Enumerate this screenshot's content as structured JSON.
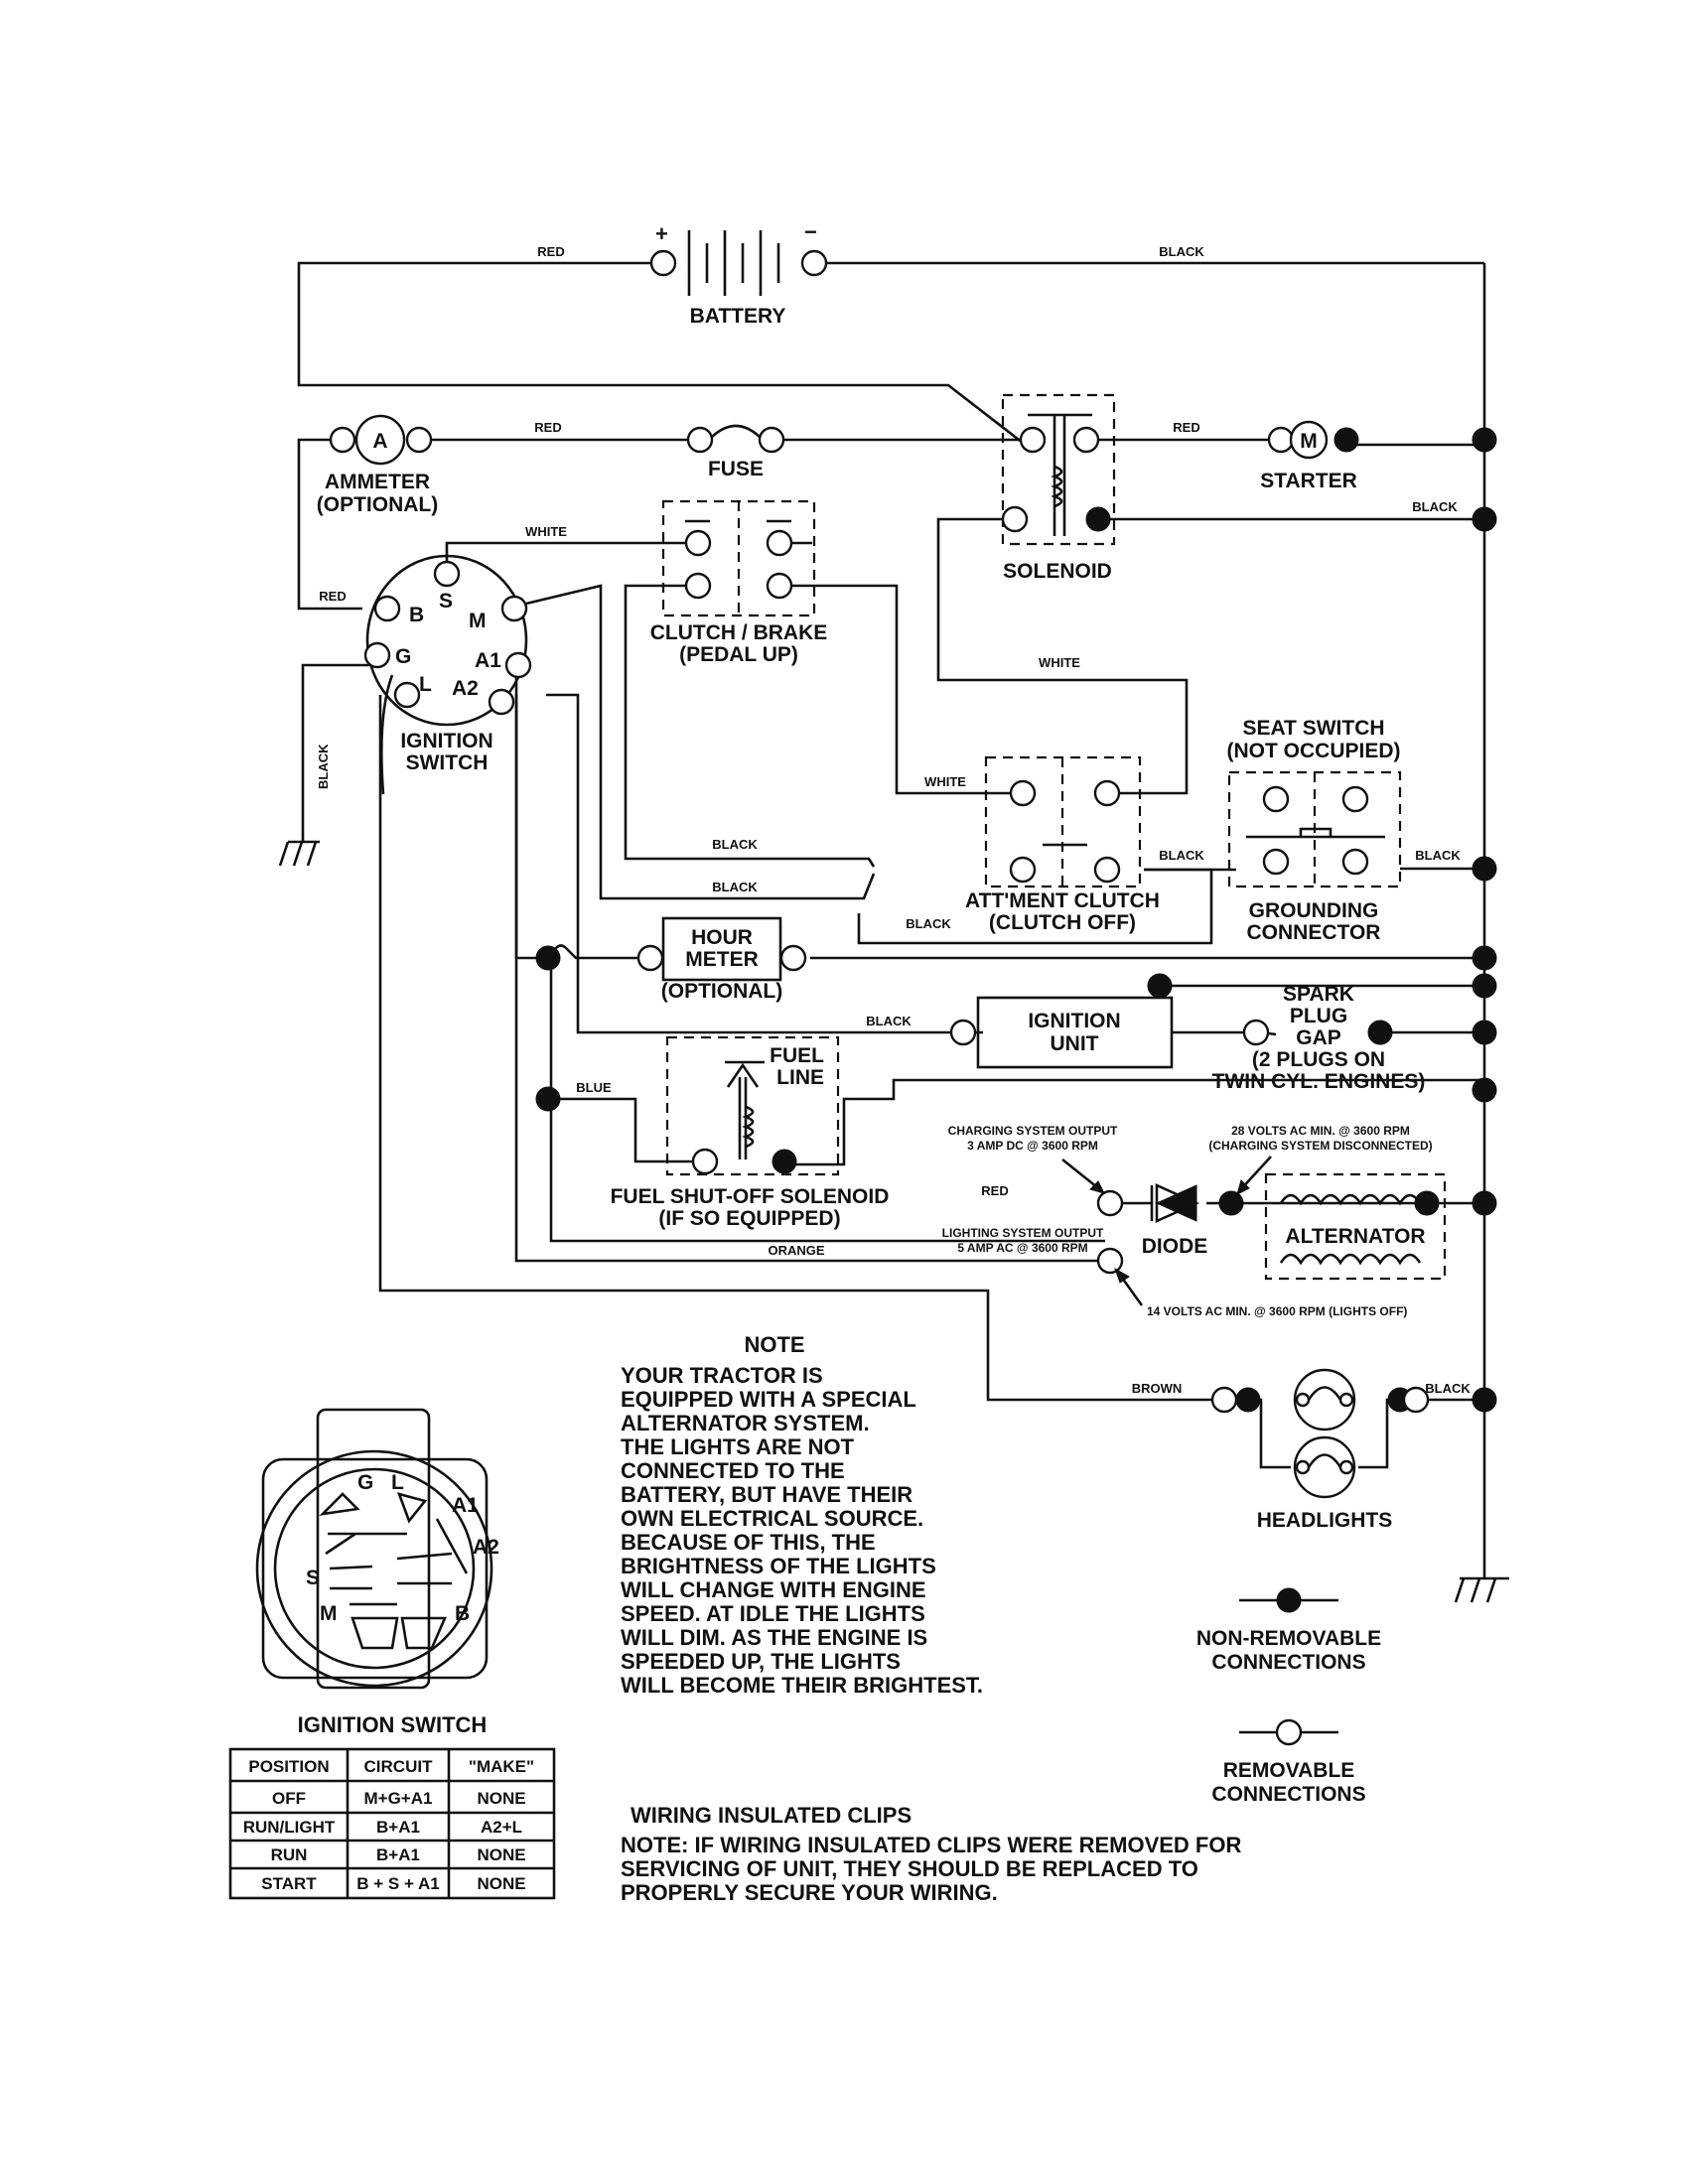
{
  "components": {
    "battery": "BATTERY",
    "battery_plus": "+",
    "battery_minus": "−",
    "ammeter_symbol": "A",
    "ammeter": [
      "AMMETER",
      "(OPTIONAL)"
    ],
    "fuse": "FUSE",
    "solenoid": "SOLENOID",
    "starter_symbol": "M",
    "starter": "STARTER",
    "clutch_brake": [
      "CLUTCH / BRAKE",
      "(PEDAL UP)"
    ],
    "ignition_switch": [
      "IGNITION",
      "SWITCH"
    ],
    "ignition_terminals": {
      "B": "B",
      "S": "S",
      "M": "M",
      "G": "G",
      "A1": "A1",
      "L": "L",
      "A2": "A2"
    },
    "seat_switch": [
      "SEAT SWITCH",
      "(NOT OCCUPIED)"
    ],
    "grounding_connector": [
      "GROUNDING",
      "CONNECTOR"
    ],
    "attachment_clutch": [
      "ATT'MENT CLUTCH",
      "(CLUTCH OFF)"
    ],
    "hour_meter": [
      "HOUR",
      "METER",
      "(OPTIONAL)"
    ],
    "ignition_unit": [
      "IGNITION",
      "UNIT"
    ],
    "spark_plug": [
      "SPARK",
      "PLUG",
      "GAP",
      "(2 PLUGS ON",
      "TWIN CYL. ENGINES)"
    ],
    "fuel_line": [
      "FUEL",
      "LINE"
    ],
    "fuel_solenoid": [
      "FUEL SHUT-OFF SOLENOID",
      "(IF SO EQUIPPED)"
    ],
    "charging_output": [
      "CHARGING SYSTEM OUTPUT",
      "3 AMP DC @ 3600 RPM"
    ],
    "alternator_rating": [
      "28 VOLTS AC MIN. @ 3600 RPM",
      "(CHARGING SYSTEM DISCONNECTED)"
    ],
    "diode": "DIODE",
    "alternator": "ALTERNATOR",
    "lighting_output": [
      "LIGHTING SYSTEM OUTPUT",
      "5 AMP AC @ 3600 RPM"
    ],
    "lights_rating": "14 VOLTS AC MIN. @ 3600 RPM (LIGHTS OFF)",
    "headlights": "HEADLIGHTS"
  },
  "wire_labels": {
    "red": "RED",
    "black": "BLACK",
    "white": "WHITE",
    "blue": "BLUE",
    "orange": "ORANGE",
    "brown": "BROWN"
  },
  "note": {
    "title": "NOTE",
    "lines": [
      "YOUR TRACTOR IS",
      "EQUIPPED WITH A SPECIAL",
      "ALTERNATOR SYSTEM.",
      "THE LIGHTS ARE NOT",
      "CONNECTED TO THE",
      "BATTERY, BUT HAVE THEIR",
      "OWN ELECTRICAL SOURCE.",
      "BECAUSE OF THIS, THE",
      "BRIGHTNESS OF THE LIGHTS",
      "WILL CHANGE WITH ENGINE",
      "SPEED.  AT IDLE THE LIGHTS",
      "WILL DIM.  AS THE ENGINE IS",
      "SPEEDED UP, THE LIGHTS",
      "WILL BECOME THEIR BRIGHTEST."
    ]
  },
  "legend": {
    "non_removable": [
      "NON-REMOVABLE",
      "CONNECTIONS"
    ],
    "removable": [
      "REMOVABLE",
      "CONNECTIONS"
    ]
  },
  "clips": {
    "title": "WIRING INSULATED CLIPS",
    "lines": [
      "NOTE: IF WIRING INSULATED CLIPS WERE REMOVED FOR",
      "SERVICING OF UNIT, THEY SHOULD BE REPLACED TO",
      "PROPERLY SECURE YOUR WIRING."
    ]
  },
  "switch_face": {
    "G": "G",
    "L": "L",
    "A1": "A1",
    "A2": "A2",
    "S": "S",
    "M": "M",
    "B": "B"
  },
  "switch_table": {
    "title": "IGNITION SWITCH",
    "headers": [
      "POSITION",
      "CIRCUIT",
      "\"MAKE\""
    ],
    "rows": [
      [
        "OFF",
        "M+G+A1",
        "NONE"
      ],
      [
        "RUN/LIGHT",
        "B+A1",
        "A2+L"
      ],
      [
        "RUN",
        "B+A1",
        "NONE"
      ],
      [
        "START",
        "B + S + A1",
        "NONE"
      ]
    ]
  }
}
